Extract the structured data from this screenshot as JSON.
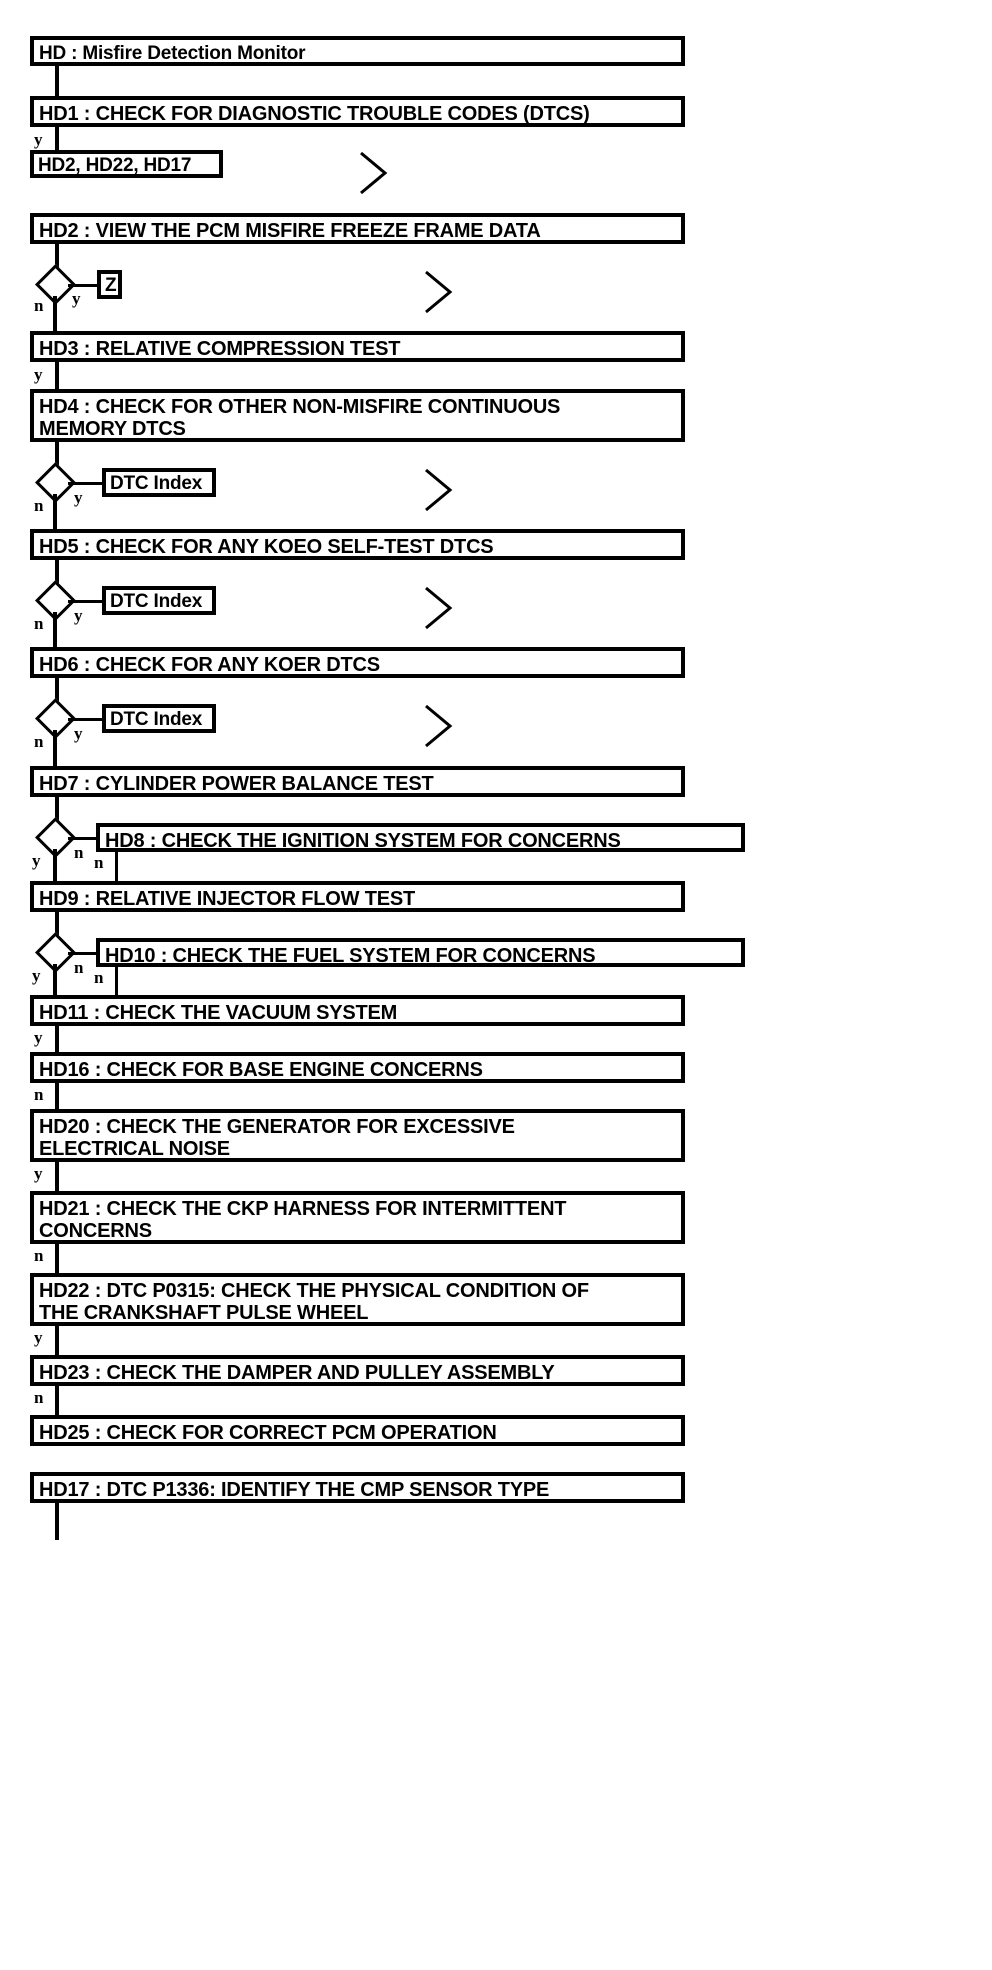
{
  "diagram": {
    "title": "HD : Misfire Detection Monitor",
    "type": "flowchart",
    "theme": {
      "background": "#ffffff",
      "stroke": "#000000",
      "fill": "#ffffff"
    },
    "nodes": [
      {
        "id": "HD",
        "kind": "title",
        "label": "HD : Misfire Detection Monitor"
      },
      {
        "id": "HD1",
        "kind": "step",
        "label": "HD1 : CHECK FOR DIAGNOSTIC TROUBLE CODES (DTCS)"
      },
      {
        "id": "REF1",
        "kind": "ref",
        "label": "HD2, HD22, HD17"
      },
      {
        "id": "HD2",
        "kind": "step",
        "label": "HD2 : VIEW THE PCM MISFIRE FREEZE FRAME DATA"
      },
      {
        "id": "REFZ",
        "kind": "ref",
        "label": "Z"
      },
      {
        "id": "HD3",
        "kind": "step",
        "label": "HD3 : RELATIVE COMPRESSION TEST"
      },
      {
        "id": "HD4",
        "kind": "step",
        "label": "HD4 : CHECK FOR OTHER NON-MISFIRE CONTINUOUS\nMEMORY DTCS"
      },
      {
        "id": "REFD1",
        "kind": "ref",
        "label": "DTC Index"
      },
      {
        "id": "HD5",
        "kind": "step",
        "label": "HD5 : CHECK FOR ANY KOEO SELF-TEST DTCS"
      },
      {
        "id": "REFD2",
        "kind": "ref",
        "label": "DTC Index"
      },
      {
        "id": "HD6",
        "kind": "step",
        "label": "HD6 : CHECK FOR ANY KOER DTCS"
      },
      {
        "id": "REFD3",
        "kind": "ref",
        "label": "DTC Index"
      },
      {
        "id": "HD7",
        "kind": "step",
        "label": "HD7 : CYLINDER POWER BALANCE TEST"
      },
      {
        "id": "HD8",
        "kind": "step",
        "label": "HD8 : CHECK THE IGNITION SYSTEM FOR CONCERNS"
      },
      {
        "id": "HD9",
        "kind": "step",
        "label": "HD9 : RELATIVE INJECTOR FLOW TEST"
      },
      {
        "id": "HD10",
        "kind": "step",
        "label": "HD10 : CHECK THE FUEL SYSTEM FOR CONCERNS"
      },
      {
        "id": "HD11",
        "kind": "step",
        "label": "HD11 : CHECK THE VACUUM SYSTEM"
      },
      {
        "id": "HD16",
        "kind": "step",
        "label": "HD16 : CHECK FOR BASE ENGINE CONCERNS"
      },
      {
        "id": "HD20",
        "kind": "step",
        "label": "HD20 : CHECK THE GENERATOR FOR EXCESSIVE\nELECTRICAL NOISE"
      },
      {
        "id": "HD21",
        "kind": "step",
        "label": "HD21 : CHECK THE CKP HARNESS FOR INTERMITTENT\nCONCERNS"
      },
      {
        "id": "HD22",
        "kind": "step",
        "label": "HD22 : DTC P0315: CHECK THE PHYSICAL CONDITION OF\nTHE CRANKSHAFT PULSE WHEEL"
      },
      {
        "id": "HD23",
        "kind": "step",
        "label": "HD23 : CHECK THE DAMPER AND PULLEY ASSEMBLY"
      },
      {
        "id": "HD25",
        "kind": "step",
        "label": "HD25 : CHECK FOR CORRECT PCM OPERATION"
      },
      {
        "id": "HD17",
        "kind": "step",
        "label": "HD17 : DTC P1336: IDENTIFY THE CMP SENSOR TYPE"
      }
    ],
    "branch_labels": {
      "yes": "y",
      "no": "n"
    },
    "edges": [
      {
        "from": "HD",
        "to": "HD1",
        "label": ""
      },
      {
        "from": "HD1",
        "to": "REF1",
        "label": "y"
      },
      {
        "from": "HD2",
        "to": "REFZ",
        "label": "y"
      },
      {
        "from": "HD2",
        "to": "HD3",
        "label": "n"
      },
      {
        "from": "HD3",
        "to": "HD4",
        "label": "y"
      },
      {
        "from": "HD4",
        "to": "REFD1",
        "label": "y"
      },
      {
        "from": "HD4",
        "to": "HD5",
        "label": "n"
      },
      {
        "from": "HD5",
        "to": "REFD2",
        "label": "y"
      },
      {
        "from": "HD5",
        "to": "HD6",
        "label": "n"
      },
      {
        "from": "HD6",
        "to": "REFD3",
        "label": "y"
      },
      {
        "from": "HD6",
        "to": "HD7",
        "label": "n"
      },
      {
        "from": "HD7",
        "to": "HD8",
        "label": "n"
      },
      {
        "from": "HD7",
        "to": "HD9",
        "label": "y"
      },
      {
        "from": "HD8",
        "to": "HD9",
        "label": "n"
      },
      {
        "from": "HD9",
        "to": "HD10",
        "label": "n"
      },
      {
        "from": "HD9",
        "to": "HD11",
        "label": "y"
      },
      {
        "from": "HD10",
        "to": "HD11",
        "label": "n"
      },
      {
        "from": "HD11",
        "to": "HD16",
        "label": "y"
      },
      {
        "from": "HD16",
        "to": "HD20",
        "label": "n"
      },
      {
        "from": "HD20",
        "to": "HD21",
        "label": "y"
      },
      {
        "from": "HD21",
        "to": "HD22",
        "label": "n"
      },
      {
        "from": "HD22",
        "to": "HD23",
        "label": "y"
      },
      {
        "from": "HD23",
        "to": "HD25",
        "label": "n"
      }
    ],
    "offpage_markers": 6
  }
}
